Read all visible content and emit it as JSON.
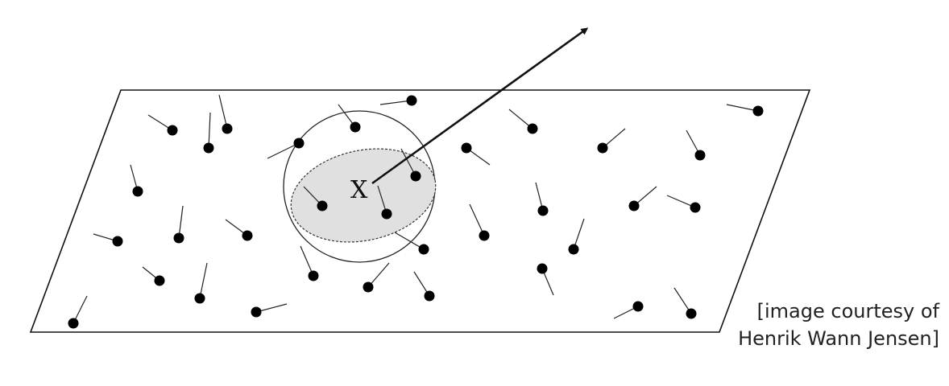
{
  "diagram": {
    "point_label": "X",
    "colors": {
      "stroke": "#111111",
      "disc_fill": "#e0e0e0",
      "photon": "#000000"
    }
  },
  "caption": {
    "line1": "[image courtesy of",
    "line2": "Henrik Wann Jensen]"
  }
}
